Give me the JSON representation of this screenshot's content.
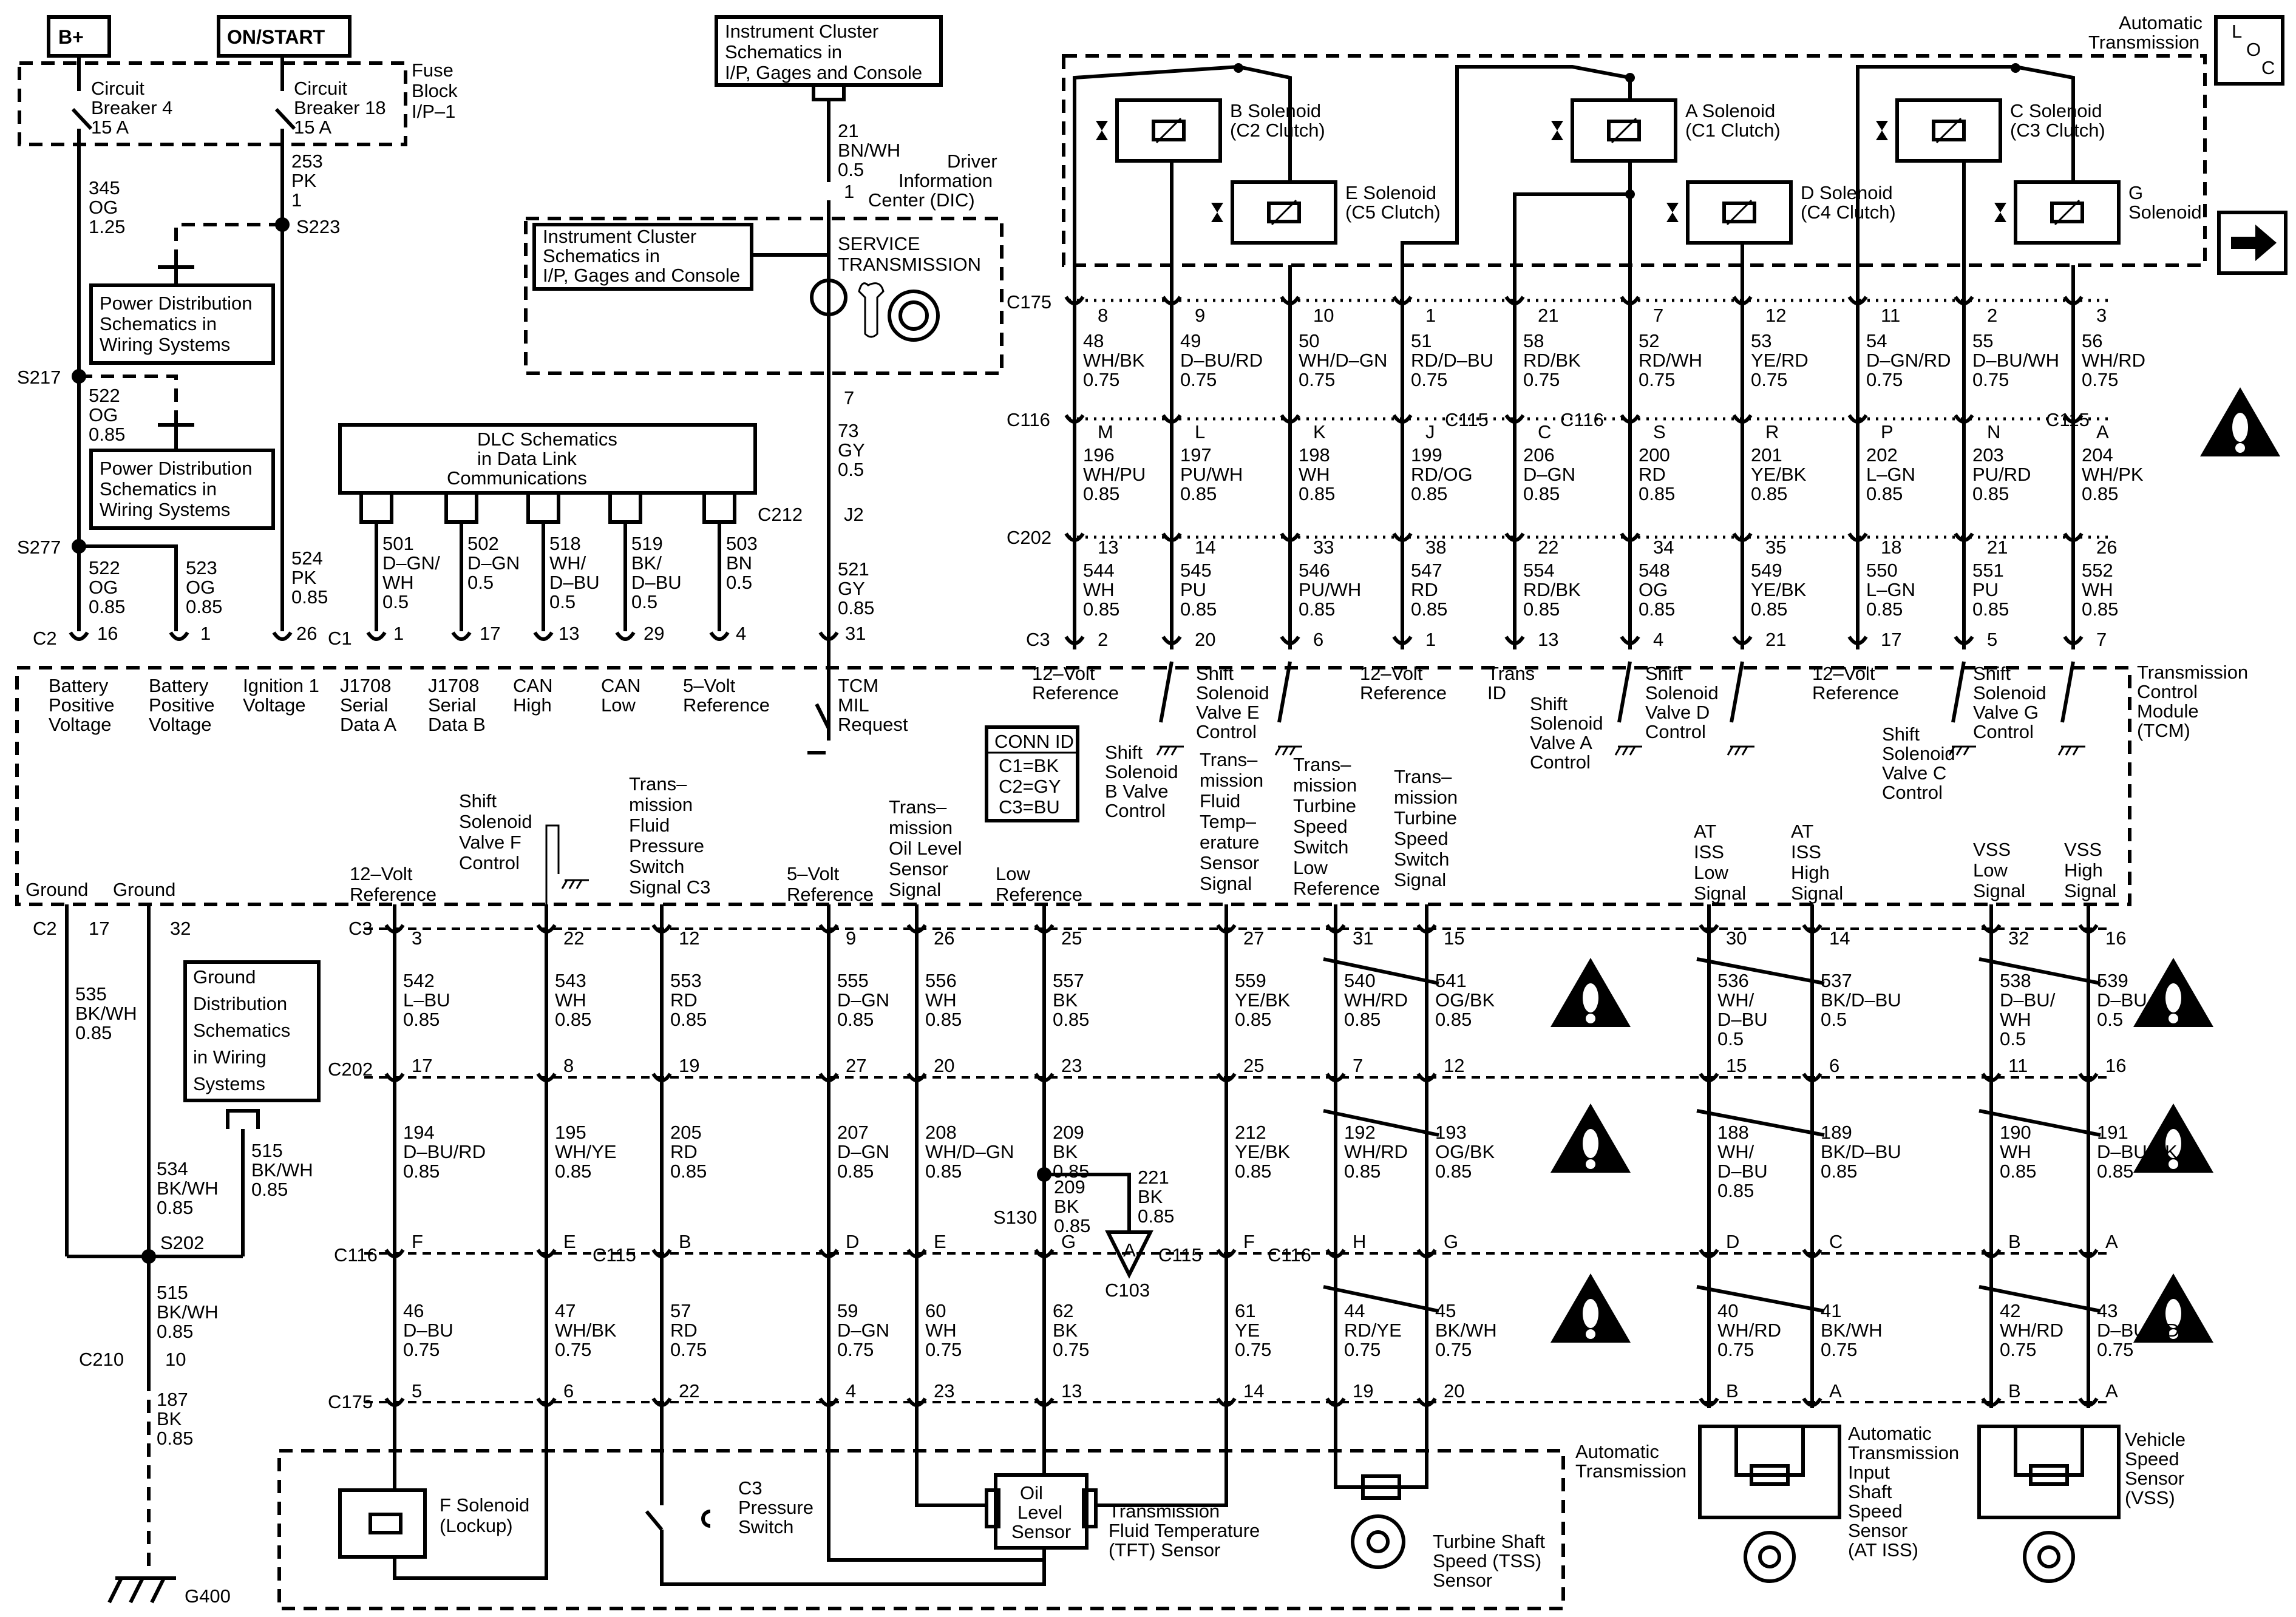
{
  "header": {
    "b_plus": "B+",
    "on_start": "ON/START",
    "fuse_block": [
      "Fuse",
      "Block",
      "I/P–1"
    ],
    "cb4": [
      "Circuit",
      "Breaker 4",
      "15 A"
    ],
    "cb18": [
      "Circuit",
      "Breaker 18",
      "15 A"
    ],
    "ic_ref_top": [
      "Instrument Cluster",
      "Schematics in",
      "I/P, Gages and Console"
    ],
    "ic_ref_mid": [
      "Instrument Cluster",
      "Schematics in",
      "I/P, Gages and Console"
    ],
    "dic": [
      "Driver",
      "Information",
      "Center (DIC)"
    ],
    "service": [
      "SERVICE",
      "TRANSMISSION"
    ],
    "pd_ref1": [
      "Power Distribution",
      "Schematics in",
      "Wiring Systems"
    ],
    "pd_ref2": [
      "Power Distribution",
      "Schematics in",
      "Wiring Systems"
    ],
    "dlc_ref": [
      "DLC Schematics",
      "in Data Link",
      "Communications"
    ],
    "auto_trans_top": [
      "Automatic",
      "Transmission"
    ],
    "loc_icon": "LOC",
    "tcm": [
      "Transmission",
      "Control",
      "Module",
      "(TCM)"
    ],
    "conn_id": [
      "CONN ID",
      "C1=BK",
      "C2=GY",
      "C3=BU"
    ],
    "ground_ref": [
      "Ground",
      "Distribution",
      "Schematics",
      "in Wiring",
      "Systems"
    ],
    "auto_trans_bottom": [
      "Automatic",
      "Transmission"
    ]
  },
  "splices": {
    "s223": "S223",
    "s217": "S217",
    "s277": "S277",
    "s202": "S202",
    "s130": "S130"
  },
  "connectors": {
    "c175": "C175",
    "c116": "C116",
    "c115": "C115",
    "c202": "C202",
    "c3": "C3",
    "c2": "C2",
    "c1": "C1",
    "c212": "C212",
    "j2": "J2",
    "c210": "C210",
    "g400": "G400",
    "c103": "C103",
    "c103_letter": "A"
  },
  "wires_left": {
    "w345": [
      "345",
      "OG",
      "1.25"
    ],
    "w253": [
      "253",
      "PK",
      "1"
    ],
    "w522a": [
      "522",
      "OG",
      "0.85"
    ],
    "w522b": [
      "522",
      "OG",
      "0.85"
    ],
    "w523": [
      "523",
      "OG",
      "0.85"
    ],
    "w524": [
      "524",
      "PK",
      "0.85"
    ],
    "w21": [
      "21",
      "BN/WH",
      "0.5"
    ],
    "w73": [
      "73",
      "GY",
      "0.5"
    ],
    "w521": [
      "521",
      "GY",
      "0.85"
    ],
    "w501": [
      "501",
      "D–GN/",
      "WH",
      "0.5"
    ],
    "w502": [
      "502",
      "D–GN",
      "0.5"
    ],
    "w518": [
      "518",
      "WH/",
      "D–BU",
      "0.5"
    ],
    "w519": [
      "519",
      "BK/",
      "D–BU",
      "0.5"
    ],
    "w503": [
      "503",
      "BN",
      "0.5"
    ],
    "w535": [
      "535",
      "BK/WH",
      "0.85"
    ],
    "w534": [
      "534",
      "BK/WH",
      "0.85"
    ],
    "w515a": [
      "515",
      "BK/WH",
      "0.85"
    ],
    "w515b": [
      "515",
      "BK/WH",
      "0.85"
    ],
    "w187": [
      "187",
      "BK",
      "0.85"
    ]
  },
  "pins_misc": {
    "dic_1": "1",
    "dic_7": "7",
    "c210_10": "10",
    "c2_16": "16",
    "c2_1": "1",
    "c2_26": "26",
    "c1_1": "1",
    "c1_17": "17",
    "c1_13": "13",
    "c1_29": "29",
    "c1_4": "4",
    "c1_31": "31",
    "c2_17": "17",
    "c2_32": "32"
  },
  "tcm_top_labels": [
    [
      "Battery",
      "Positive",
      "Voltage"
    ],
    [
      "Battery",
      "Positive",
      "Voltage"
    ],
    [
      "Ignition 1",
      "Voltage"
    ],
    [
      "J1708",
      "Serial",
      "Data A"
    ],
    [
      "J1708",
      "Serial",
      "Data B"
    ],
    [
      "CAN",
      "High"
    ],
    [
      "CAN",
      "Low"
    ],
    [
      "5–Volt",
      "Reference"
    ],
    [
      "TCM",
      "MIL",
      "Request"
    ]
  ],
  "solenoids_top": [
    {
      "name": [
        "B Solenoid",
        "(C2 Clutch)"
      ]
    },
    {
      "name": [
        "E Solenoid",
        "(C5 Clutch)"
      ]
    },
    {
      "name": [
        "A Solenoid",
        "(C1 Clutch)"
      ]
    },
    {
      "name": [
        "D Solenoid",
        "(C4 Clutch)"
      ]
    },
    {
      "name": [
        "C Solenoid",
        "(C3 Clutch)"
      ]
    },
    {
      "name": [
        "G",
        "Solenoid"
      ]
    }
  ],
  "top_columns": [
    {
      "c175": "8",
      "w1": [
        "48",
        "WH/BK",
        "0.75"
      ],
      "c116": "M",
      "w2": [
        "196",
        "WH/PU",
        "0.85"
      ],
      "c202": "13",
      "w3": [
        "544",
        "WH",
        "0.85"
      ],
      "c3": "2"
    },
    {
      "c175": "9",
      "w1": [
        "49",
        "D–BU/RD",
        "0.75"
      ],
      "c116": "L",
      "w2": [
        "197",
        "PU/WH",
        "0.85"
      ],
      "c202": "14",
      "w3": [
        "545",
        "PU",
        "0.85"
      ],
      "c3": "20"
    },
    {
      "c175": "10",
      "w1": [
        "50",
        "WH/D–GN",
        "0.75"
      ],
      "c116": "K",
      "w2": [
        "198",
        "WH",
        "0.85"
      ],
      "c202": "33",
      "w3": [
        "546",
        "PU/WH",
        "0.85"
      ],
      "c3": "6"
    },
    {
      "c175": "1",
      "w1": [
        "51",
        "RD/D–BU",
        "0.75"
      ],
      "c116": "J",
      "w2": [
        "199",
        "RD/OG",
        "0.85"
      ],
      "c202": "38",
      "w3": [
        "547",
        "RD",
        "0.85"
      ],
      "c3": "1"
    },
    {
      "c175": "21",
      "w1": [
        "58",
        "RD/BK",
        "0.75"
      ],
      "c116": "C",
      "w2": [
        "206",
        "D–GN",
        "0.85"
      ],
      "c202": "22",
      "w3": [
        "554",
        "RD/BK",
        "0.85"
      ],
      "c3": "13"
    },
    {
      "c175": "7",
      "w1": [
        "52",
        "RD/WH",
        "0.75"
      ],
      "c116": "S",
      "w2": [
        "200",
        "RD",
        "0.85"
      ],
      "c202": "34",
      "w3": [
        "548",
        "OG",
        "0.85"
      ],
      "c3": "4"
    },
    {
      "c175": "12",
      "w1": [
        "53",
        "YE/RD",
        "0.75"
      ],
      "c116": "R",
      "w2": [
        "201",
        "YE/BK",
        "0.85"
      ],
      "c202": "35",
      "w3": [
        "549",
        "YE/BK",
        "0.85"
      ],
      "c3": "21"
    },
    {
      "c175": "11",
      "w1": [
        "54",
        "D–GN/RD",
        "0.75"
      ],
      "c116": "P",
      "w2": [
        "202",
        "L–GN",
        "0.85"
      ],
      "c202": "18",
      "w3": [
        "550",
        "L–GN",
        "0.85"
      ],
      "c3": "17"
    },
    {
      "c175": "2",
      "w1": [
        "55",
        "D–BU/WH",
        "0.75"
      ],
      "c116": "N",
      "w2": [
        "203",
        "PU/RD",
        "0.85"
      ],
      "c202": "21",
      "w3": [
        "551",
        "PU",
        "0.85"
      ],
      "c3": "5"
    },
    {
      "c175": "3",
      "w1": [
        "56",
        "WH/RD",
        "0.75"
      ],
      "c116": "A",
      "w2": [
        "204",
        "WH/PK",
        "0.85"
      ],
      "c202": "26",
      "w3": [
        "552",
        "WH",
        "0.85"
      ],
      "c3": "7"
    }
  ],
  "tcm_top_right_labels": [
    [
      "12–Volt",
      "Reference"
    ],
    [
      "Shift",
      "Solenoid",
      "B Valve",
      "Control"
    ],
    [
      "Shift",
      "Solenoid",
      "Valve E",
      "Control"
    ],
    [
      "12–Volt",
      "Reference"
    ],
    [
      "Trans",
      "ID"
    ],
    [
      "Shift",
      "Solenoid",
      "Valve A",
      "Control"
    ],
    [
      "Shift",
      "Solenoid",
      "Valve D",
      "Control"
    ],
    [
      "12–Volt",
      "Reference"
    ],
    [
      "Shift",
      "Solenoid",
      "Valve C",
      "Control"
    ],
    [
      "Shift",
      "Solenoid",
      "Valve G",
      "Control"
    ]
  ],
  "tcm_bottom_labels": [
    [
      "Ground"
    ],
    [
      "Ground"
    ],
    [
      "12–Volt",
      "Reference"
    ],
    [
      "Shift",
      "Solenoid",
      "Valve F",
      "Control"
    ],
    [
      "Trans–",
      "mission",
      "Fluid",
      "Pressure",
      "Switch",
      "Signal C3"
    ],
    [
      "5–Volt",
      "Reference"
    ],
    [
      "Trans–",
      "mission",
      "Oil Level",
      "Sensor",
      "Signal"
    ],
    [
      "Low",
      "Reference"
    ],
    [
      "Trans–",
      "mission",
      "Fluid",
      "Temp–",
      "erature",
      "Sensor",
      "Signal"
    ],
    [
      "Trans–",
      "mission",
      "Turbine",
      "Speed",
      "Switch",
      "Low",
      "Reference"
    ],
    [
      "Trans–",
      "mission",
      "Turbine",
      "Speed",
      "Switch",
      "Signal"
    ],
    [
      "AT",
      "ISS",
      "Low",
      "Signal"
    ],
    [
      "AT",
      "ISS",
      "High",
      "Signal"
    ],
    [
      "VSS",
      "Low",
      "Signal"
    ],
    [
      "VSS",
      "High",
      "Signal"
    ]
  ],
  "bottom_columns": [
    {
      "c3": "3",
      "w1": [
        "542",
        "L–BU",
        "0.85"
      ],
      "c202": "17",
      "w2": [
        "194",
        "D–BU/RD",
        "0.85"
      ],
      "c116": "F",
      "w3": [
        "46",
        "D–BU",
        "0.75"
      ],
      "c175": "5"
    },
    {
      "c3": "22",
      "w1": [
        "543",
        "WH",
        "0.85"
      ],
      "c202": "8",
      "w2": [
        "195",
        "WH/YE",
        "0.85"
      ],
      "c116": "E",
      "w3": [
        "47",
        "WH/BK",
        "0.75"
      ],
      "c175": "6"
    },
    {
      "c3": "12",
      "w1": [
        "553",
        "RD",
        "0.85"
      ],
      "c202": "19",
      "w2": [
        "205",
        "RD",
        "0.85"
      ],
      "c116": "B",
      "w3": [
        "57",
        "RD",
        "0.75"
      ],
      "c175": "22"
    },
    {
      "c3": "9",
      "w1": [
        "555",
        "D–GN",
        "0.85"
      ],
      "c202": "27",
      "w2": [
        "207",
        "D–GN",
        "0.85"
      ],
      "c116": "D",
      "w3": [
        "59",
        "D–GN",
        "0.75"
      ],
      "c175": "4"
    },
    {
      "c3": "26",
      "w1": [
        "556",
        "WH",
        "0.85"
      ],
      "c202": "20",
      "w2": [
        "208",
        "WH/D–GN",
        "0.85"
      ],
      "c116": "E",
      "w3": [
        "60",
        "WH",
        "0.75"
      ],
      "c175": "23"
    },
    {
      "c3": "25",
      "w1": [
        "557",
        "BK",
        "0.85"
      ],
      "c202": "23",
      "w2": [
        "209",
        "BK",
        "0.85"
      ],
      "c116": "G",
      "w3": [
        "62",
        "BK",
        "0.75"
      ],
      "c175": "13"
    },
    {
      "c3": "27",
      "w1": [
        "559",
        "YE/BK",
        "0.85"
      ],
      "c202": "25",
      "w2": [
        "212",
        "YE/BK",
        "0.85"
      ],
      "c116": "F",
      "w3": [
        "61",
        "YE",
        "0.75"
      ],
      "c175": "14"
    },
    {
      "c3": "31",
      "w1": [
        "540",
        "WH/RD",
        "0.85"
      ],
      "c202": "7",
      "w2": [
        "192",
        "WH/RD",
        "0.85"
      ],
      "c116": "H",
      "w3": [
        "44",
        "RD/YE",
        "0.75"
      ],
      "c175": "19"
    },
    {
      "c3": "15",
      "w1": [
        "541",
        "OG/BK",
        "0.85"
      ],
      "c202": "12",
      "w2": [
        "193",
        "OG/BK",
        "0.85"
      ],
      "c116": "G",
      "w3": [
        "45",
        "BK/WH",
        "0.75"
      ],
      "c175": "20"
    },
    {
      "c3": "30",
      "w1": [
        "536",
        "WH/",
        "D–BU",
        "0.5"
      ],
      "c202": "15",
      "w2": [
        "188",
        "WH/",
        "D–BU",
        "0.85"
      ],
      "c116": "D",
      "w3": [
        "40",
        "WH/RD",
        "0.75"
      ],
      "c175": "B"
    },
    {
      "c3": "14",
      "w1": [
        "537",
        "BK/D–BU",
        "0.5"
      ],
      "c202": "6",
      "w2": [
        "189",
        "BK/D–BU",
        "0.85"
      ],
      "c116": "C",
      "w3": [
        "41",
        "BK/WH",
        "0.75"
      ],
      "c175": "A"
    },
    {
      "c3": "32",
      "w1": [
        "538",
        "D–BU/",
        "WH",
        "0.5"
      ],
      "c202": "11",
      "w2": [
        "190",
        "WH",
        "0.85"
      ],
      "c116": "B",
      "w3": [
        "42",
        "WH/RD",
        "0.75"
      ],
      "c175": "B"
    },
    {
      "c3": "16",
      "w1": [
        "539",
        "D–BU",
        "0.5"
      ],
      "c202": "16",
      "w2": [
        "191",
        "D–BU/BK",
        "0.85"
      ],
      "c116": "A",
      "w3": [
        "43",
        "D–BU/RD",
        "0.75"
      ],
      "c175": "A"
    }
  ],
  "w221": [
    "221",
    "BK",
    "0.85"
  ],
  "w209b": [
    "209",
    "BK",
    "0.85"
  ],
  "components": {
    "f_solenoid": [
      "F Solenoid",
      "(Lockup)"
    ],
    "c3_switch": [
      "C3",
      "Pressure",
      "Switch"
    ],
    "oil_level": [
      "Oil",
      "Level",
      "Sensor"
    ],
    "tft": [
      "Transmission",
      "Fluid Temperature",
      "(TFT) Sensor"
    ],
    "tss": [
      "Turbine Shaft",
      "Speed (TSS)",
      "Sensor"
    ],
    "at_iss": [
      "Automatic",
      "Transmission",
      "Input",
      "Shaft",
      "Speed",
      "Sensor",
      "(AT ISS)"
    ],
    "vss": [
      "Vehicle",
      "Speed",
      "Sensor",
      "(VSS)"
    ]
  },
  "icons": [
    "warning-icon",
    "arrow-right-icon",
    "gear-icon",
    "ground-icon",
    "led-icon",
    "wrench-icon"
  ]
}
